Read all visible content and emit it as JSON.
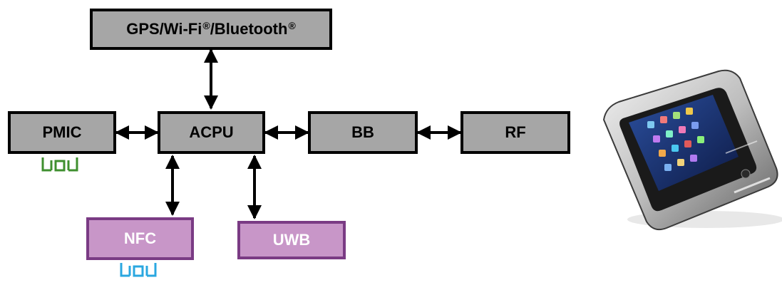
{
  "blocks": {
    "gps": {
      "name": "GPS/Wi-Fi",
      "mark1": "®",
      "sep": "/Bluetooth",
      "mark2": "®"
    },
    "pmic": "PMIC",
    "acpu": "ACPU",
    "bb": "BB",
    "rf": "RF",
    "nfc": "NFC",
    "uwb": "UWB"
  },
  "colors": {
    "block_fill": "#a6a6a6",
    "block_border": "#000000",
    "radio_fill": "#c896c8",
    "radio_border": "#7a3b84",
    "radio_text": "#ffffff",
    "crystal_pmic": "#3f8f2f",
    "crystal_nfc": "#2aa7e0"
  },
  "icons": {
    "pmic_crystal": "crystal-oscillator-icon",
    "nfc_crystal": "crystal-oscillator-icon",
    "device": "smartphone-illustration"
  }
}
